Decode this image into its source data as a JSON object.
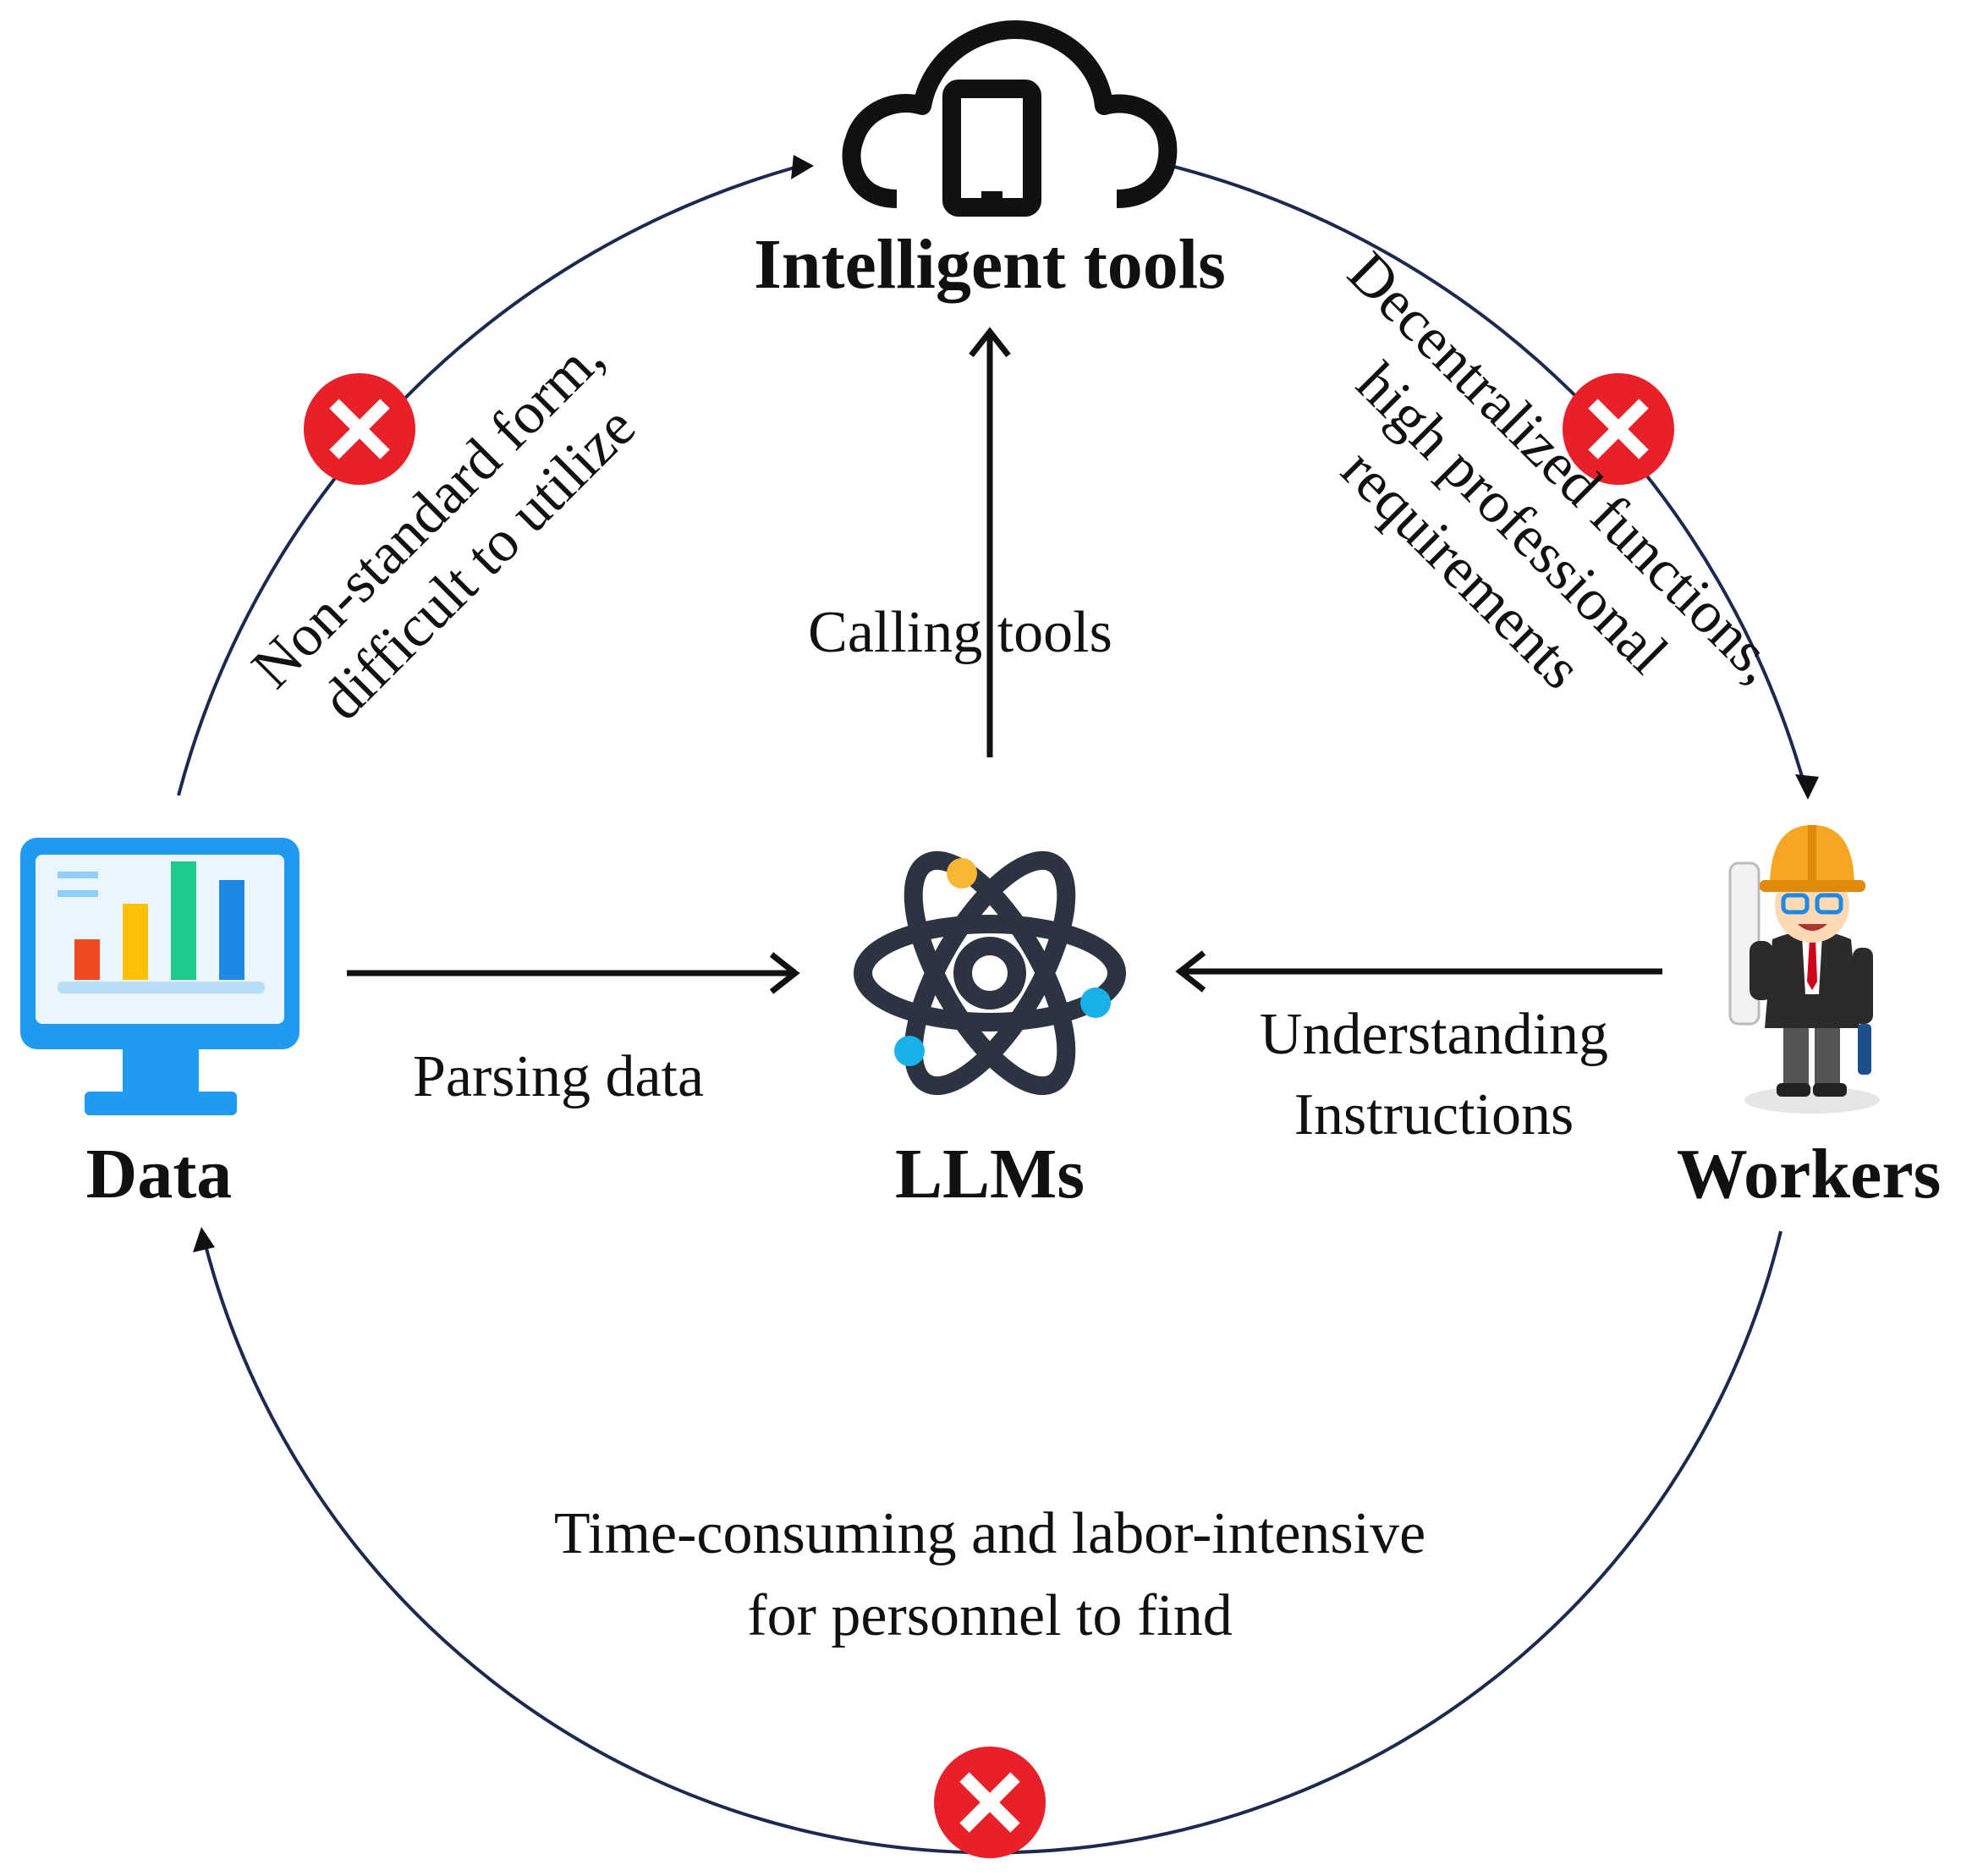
{
  "nodes": {
    "intelligent_tools": {
      "label": "Intelligent tools",
      "icon": "cloud-tablet-icon"
    },
    "llms": {
      "label": "LLMs",
      "icon": "atom-icon"
    },
    "data": {
      "label": "Data",
      "icon": "monitor-bar-chart-icon"
    },
    "workers": {
      "label": "Workers",
      "icon": "engineer-worker-icon"
    }
  },
  "edges": {
    "calling_tools": {
      "label": "Calling tools"
    },
    "parsing_data": {
      "label": "Parsing data"
    },
    "understanding_instructions": {
      "line1": "Understanding",
      "line2": "Instructions"
    }
  },
  "problems": {
    "data_to_tools": {
      "line1": "Non-standard form,",
      "line2": "difficult to utilize",
      "marker": "red-x-icon"
    },
    "tools_to_workers": {
      "line1": "Decentralized functions,",
      "line2": "high professional",
      "line3": "requirements",
      "marker": "red-x-icon"
    },
    "workers_to_data": {
      "line1": "Time-consuming and labor-intensive",
      "line2": "for personnel to find",
      "marker": "red-x-icon"
    }
  },
  "colors": {
    "cycle_line": "#1b2a4e",
    "arrow": "#111111",
    "x_marker": "#e8202a",
    "monitor_blue": "#1e9bf0",
    "bar_red": "#f04a23",
    "bar_yellow": "#ffc107",
    "bar_green": "#1ec98b",
    "bar_blue": "#1e88e5",
    "atom_dark": "#2b3440",
    "atom_yellow": "#f7b733",
    "atom_cyan": "#1ab0e8",
    "helmet_orange": "#f5a623"
  }
}
